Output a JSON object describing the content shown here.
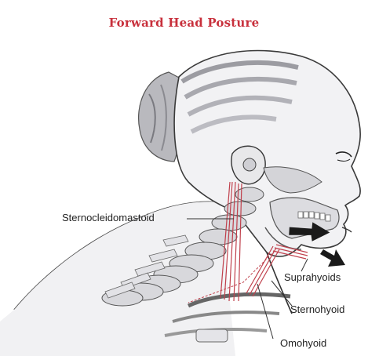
{
  "title": "Forward Head Posture",
  "labels": {
    "scm": "Sternocleidomastoid",
    "suprahyoids": "Suprahyoids",
    "sternohyoid": "Sternohyoid",
    "omohyoid": "Omohyoid"
  },
  "colors": {
    "title": "#c8303c",
    "muscle": "#c0404c",
    "bone": "#d8d8d8",
    "skin": "#f3f3f5",
    "hair": "#b8b8bc",
    "arrow": "#1a1a1a"
  },
  "icons": [
    "head-profile-illustration",
    "cervical-spine-illustration",
    "movement-arrow-icon"
  ]
}
